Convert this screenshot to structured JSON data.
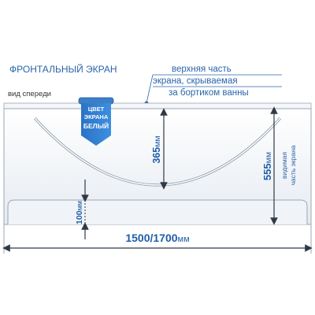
{
  "title": "ФРОНТАЛЬНЫЙ ЭКРАН",
  "subtitle": "вид спереди",
  "note": {
    "line1": "верхняя часть",
    "line2": "экрана, скрываемая",
    "line3": "за бортиком ванны"
  },
  "color_tag": {
    "line1": "ЦВЕТ",
    "line2": "ЭКРАНА",
    "line3": "БЕЛЫЙ"
  },
  "dimensions": {
    "arc_depth": {
      "value": "365",
      "unit": "мм"
    },
    "total_height": {
      "value": "555",
      "unit": "мм",
      "label1": "видимая",
      "label2": "часть экрана"
    },
    "plinth": {
      "value": "100",
      "unit": "мм"
    },
    "width": {
      "value": "1500/1700",
      "unit": "мм"
    }
  },
  "colors": {
    "accent": "#2a64a8",
    "tag": "#2f7fd0",
    "panel_edge": "#9aa7b4",
    "panel_fill": "#eef2f6",
    "dim_line": "#2f3a46"
  }
}
